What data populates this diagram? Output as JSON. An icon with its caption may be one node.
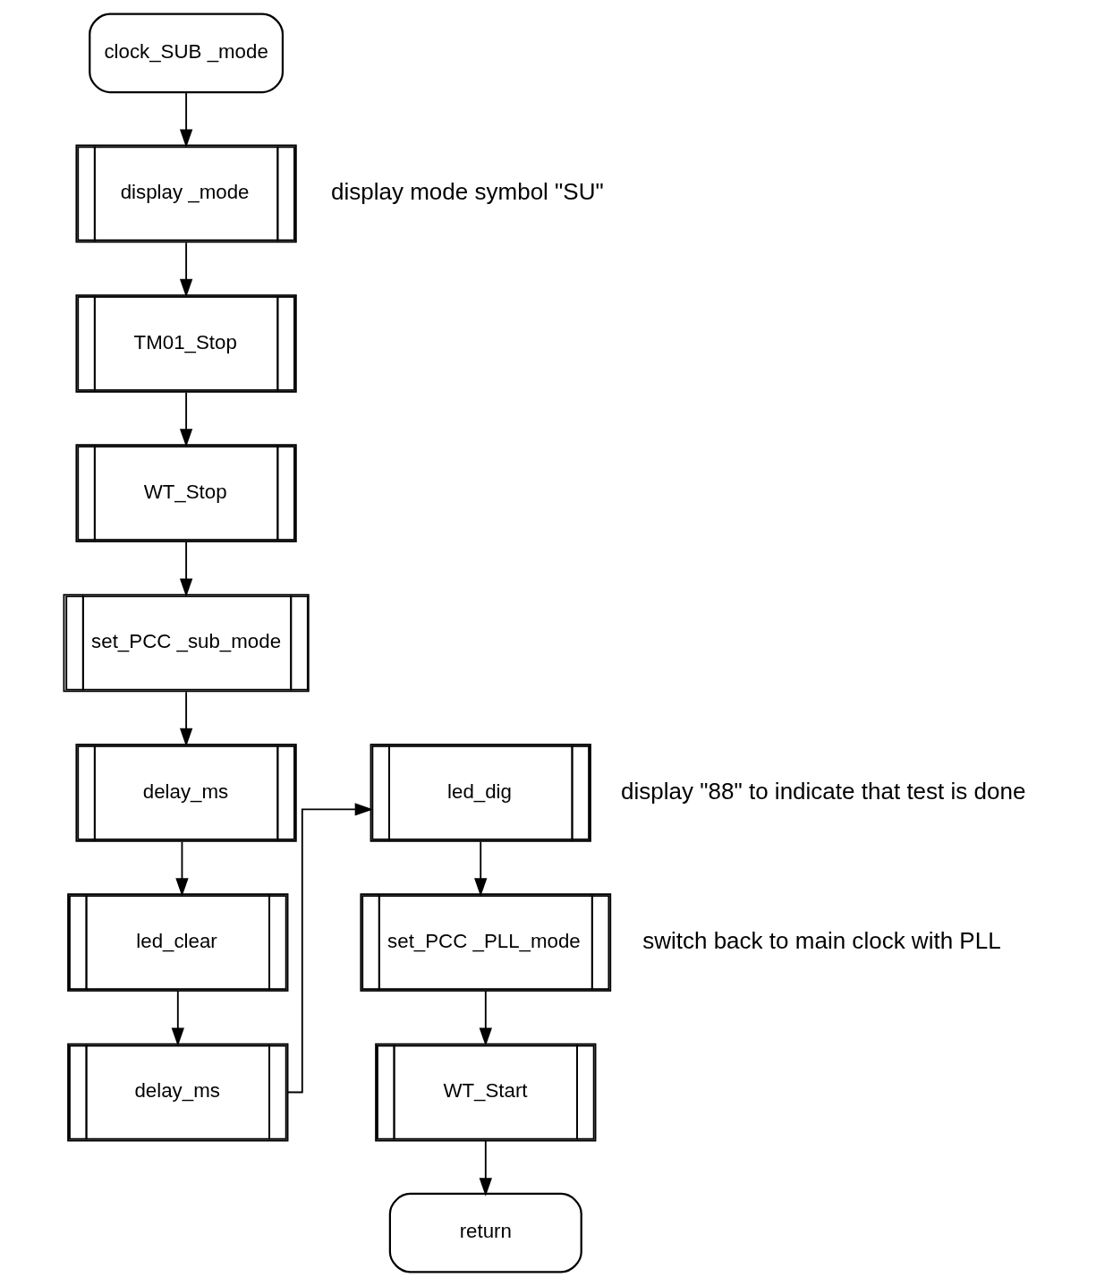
{
  "diagram": {
    "nodes": [
      {
        "text": [
          "clock_SUB _mode"
        ]
      },
      {
        "text": [
          "display _mode"
        ],
        "beside": [
          "display mode symbol \"SU\""
        ]
      },
      {
        "text": [
          "TM01_Stop"
        ]
      },
      {
        "text": [
          "WT_Stop"
        ]
      },
      {
        "text": [
          "set_PCC _sub_mode"
        ]
      },
      {
        "text": [
          "delay_ms"
        ]
      },
      {
        "text": [
          "led_clear"
        ]
      },
      {
        "text": [
          "delay_ms"
        ]
      },
      {
        "text": [
          "led_dig"
        ],
        "beside": [
          "display \"88\" to indicate that test is done"
        ]
      },
      {
        "text": [
          "set_PCC _PLL_mode"
        ],
        "beside": [
          "switch back to main clock with PLL"
        ]
      },
      {
        "text": [
          "WT_Start"
        ]
      },
      {
        "text": [
          "return"
        ]
      }
    ],
    "edges": [
      {
        "from": 0,
        "to": 1,
        "arrow": "to"
      },
      {
        "from": 1,
        "to": 2,
        "arrow": "to"
      },
      {
        "from": 2,
        "to": 3,
        "arrow": "to"
      },
      {
        "from": 3,
        "to": 4,
        "arrow": "to"
      },
      {
        "from": 4,
        "to": 5,
        "arrow": "to"
      },
      {
        "from": 5,
        "to": 6,
        "arrow": "to"
      },
      {
        "from": 6,
        "to": 7,
        "arrow": "to"
      },
      {
        "from": 7,
        "to": 8,
        "arrow": "to"
      },
      {
        "from": 8,
        "to": 9,
        "arrow": "to"
      },
      {
        "from": 9,
        "to": 10,
        "arrow": "to"
      },
      {
        "from": 10,
        "to": 11,
        "arrow": "to"
      }
    ]
  }
}
